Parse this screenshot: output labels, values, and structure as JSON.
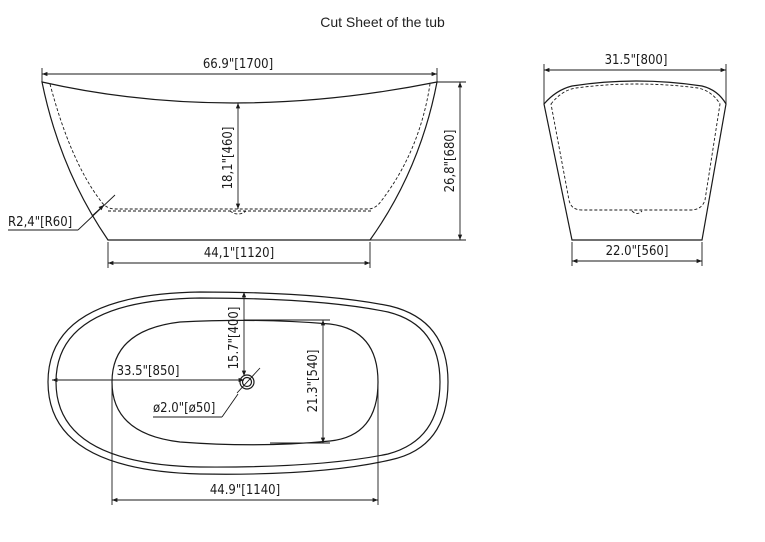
{
  "title": "Cut Sheet of the tub",
  "side_view": {
    "overall_length": "66.9\"[1700]",
    "interior_depth": "18,1\"[460]",
    "overall_height": "26,8\"[680]",
    "corner_radius": "R2,4\"[R60]",
    "base_length": "44,1\"[1120]"
  },
  "end_view": {
    "overall_width": "31.5\"[800]",
    "base_width": "22.0\"[560]"
  },
  "plan_view": {
    "drain_to_end": "33.5\"[850]",
    "drain_to_side": "15.7\"[400]",
    "drain_diameter": "ø2.0\"[ø50]",
    "interior_width": "21.3\"[540]",
    "interior_length": "44.9\"[1140]"
  },
  "colors": {
    "line": "#1a1a1a",
    "background": "#ffffff"
  }
}
